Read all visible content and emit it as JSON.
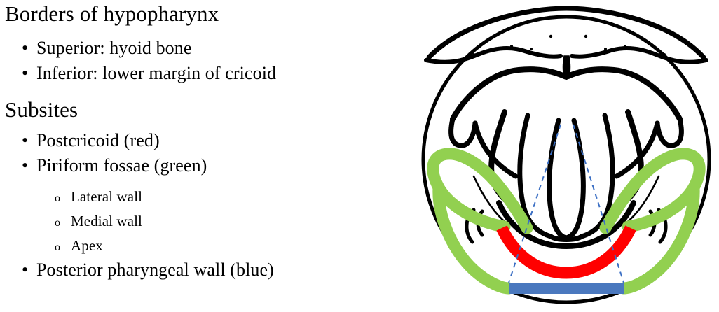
{
  "slide": {
    "sections": [
      {
        "heading": "Borders of hypopharynx",
        "bullets": [
          {
            "marker": "•",
            "text": "Superior: hyoid bone"
          },
          {
            "marker": "•",
            "text": "Inferior: lower margin of cricoid"
          }
        ]
      },
      {
        "heading": "Subsites",
        "bullets": [
          {
            "marker": "•",
            "text": "Postcricoid (red)"
          },
          {
            "marker": "•",
            "text": "Piriform fossae  (green)"
          },
          {
            "marker": "•",
            "text": "Posterior pharyngeal  wall (blue)"
          }
        ],
        "subbullets": [
          {
            "marker": "o",
            "text": "Lateral wall"
          },
          {
            "marker": "o",
            "text": "Medial wall"
          },
          {
            "marker": "o",
            "text": "Apex"
          }
        ]
      }
    ]
  },
  "figure": {
    "name": "laryngoscopic-view-hypopharynx",
    "colors": {
      "outline": "#000000",
      "postcricoid_red": "#FF0000",
      "piriform_green": "#92D050",
      "posterior_wall_blue": "#4A78BE",
      "guide_line_blue": "#3B6FC4",
      "background": "#FFFFFF"
    },
    "regions": [
      {
        "label": "Postcricoid",
        "color_key": "postcricoid_red",
        "shape": "arc"
      },
      {
        "label": "Piriform fossa (left)",
        "color_key": "piriform_green",
        "shape": "loop"
      },
      {
        "label": "Piriform fossa (right)",
        "color_key": "piriform_green",
        "shape": "loop"
      },
      {
        "label": "Posterior pharyngeal wall",
        "color_key": "posterior_wall_blue",
        "shape": "bar"
      }
    ]
  }
}
